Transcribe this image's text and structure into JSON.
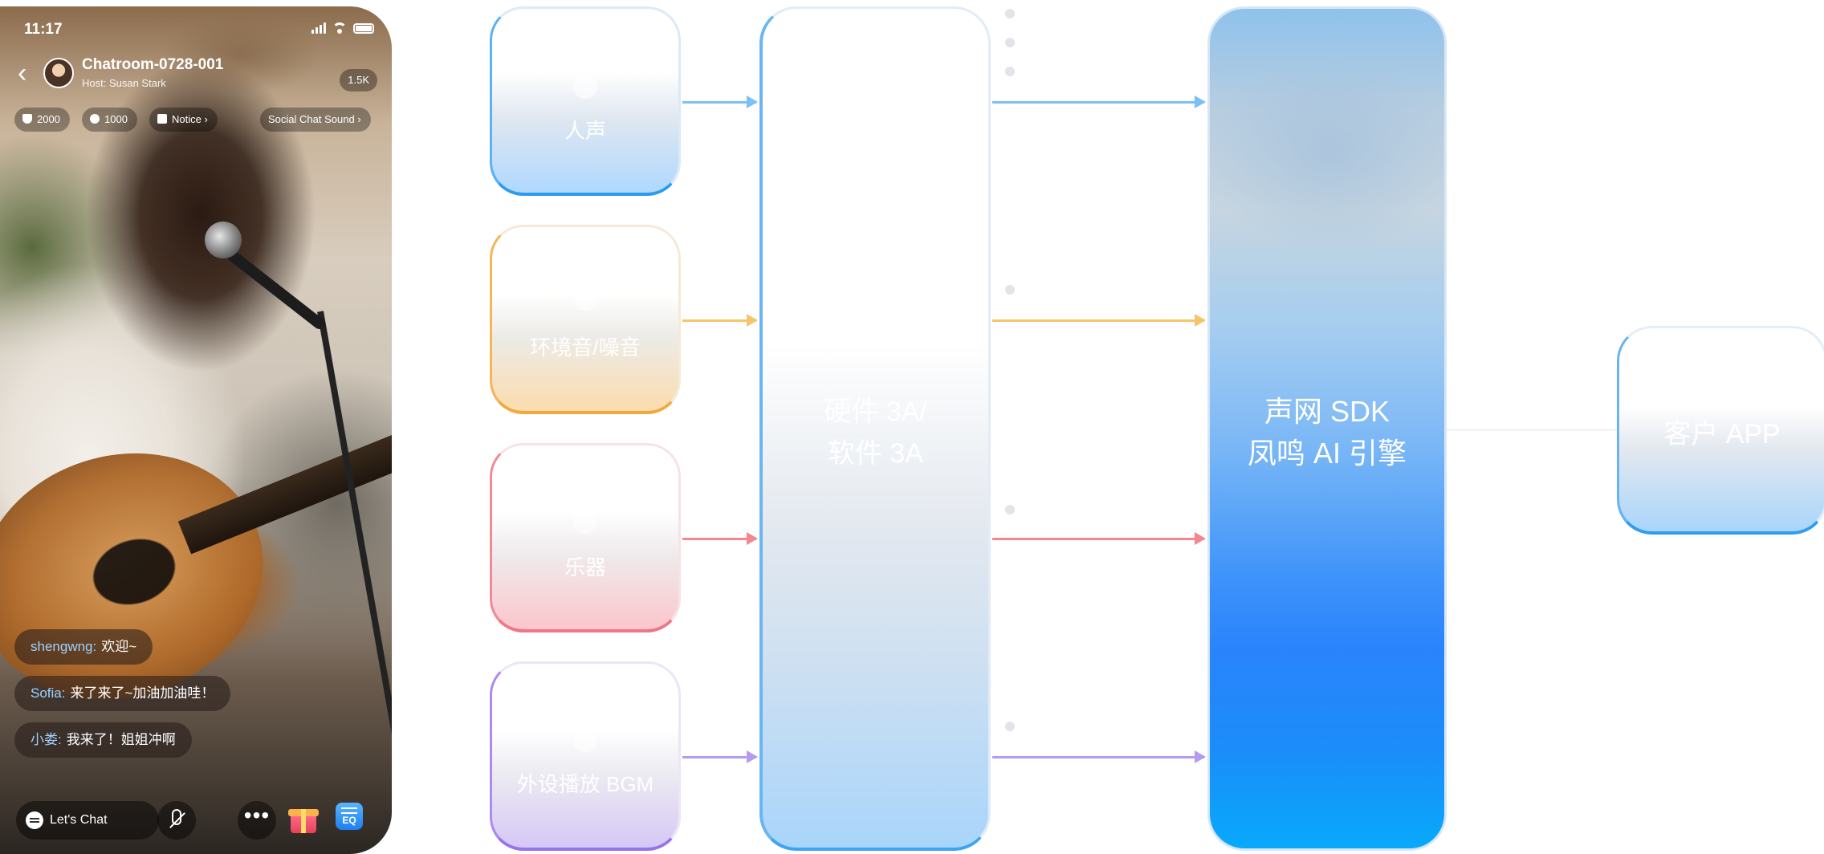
{
  "phone": {
    "status": {
      "time": "11:17"
    },
    "header": {
      "back_icon": "chevron-left-icon",
      "title": "Chatroom-0728-001",
      "host": "Host: Susan Stark",
      "viewers": "1.5K"
    },
    "stats": {
      "fans": "2000",
      "coins": "1000",
      "notice": "Notice",
      "notice_chevron": "›",
      "sound_mode": "Social Chat Sound",
      "sound_chevron": "›"
    },
    "comments": [
      {
        "user": "shengwng:",
        "text": "欢迎~"
      },
      {
        "user": "Sofia:",
        "text": "来了来了~加油加油哇！"
      },
      {
        "user": "小娄:",
        "text": "我来了！姐姐冲啊"
      }
    ],
    "bottom": {
      "chat_placeholder": "Let's Chat",
      "more_label": "•••",
      "eq_label": "EQ"
    }
  },
  "diagram": {
    "sources": [
      {
        "label": "人声",
        "color": "#2b9bf0"
      },
      {
        "label": "环境音/噪音",
        "color": "#f2a93c"
      },
      {
        "label": "乐器",
        "color": "#f07585"
      },
      {
        "label": "外设播放 BGM",
        "color": "#9a72e8"
      }
    ],
    "processing_line1": "硬件 3A/",
    "processing_line2": "软件 3A",
    "sdk_line1": "声网 SDK",
    "sdk_line2": "凤鸣 AI 引擎",
    "app_label": "客户 APP"
  },
  "colors": {
    "accent_blue": "#2b9bf0",
    "accent_orange": "#f2a93c",
    "accent_red": "#f07585",
    "accent_purple": "#9a72e8"
  }
}
